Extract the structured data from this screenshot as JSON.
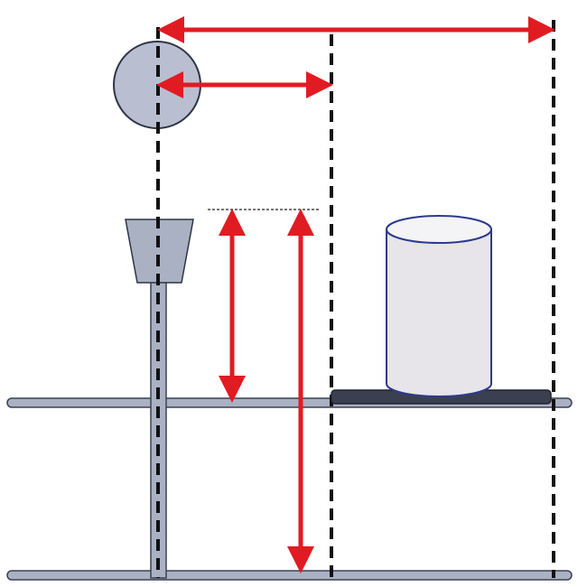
{
  "diagram": {
    "colors": {
      "background": "#ffffff",
      "arrow": "#e11b22",
      "dashed_line": "#111111",
      "rod_fill": "#a9b1c2",
      "rod_stroke": "#3b4254",
      "disk_fill": "#b9bfd1",
      "funnel_fill": "#aab1c3",
      "platform_fill": "#3b4050",
      "cylinder_fill": "#e7e5ea",
      "cylinder_stroke": "#2d3a8c",
      "reference_line": "#222222"
    },
    "icons": {
      "disk": "circle",
      "funnel": "trapezoid",
      "container": "cylinder",
      "arrow": "double-headed-arrow"
    }
  }
}
